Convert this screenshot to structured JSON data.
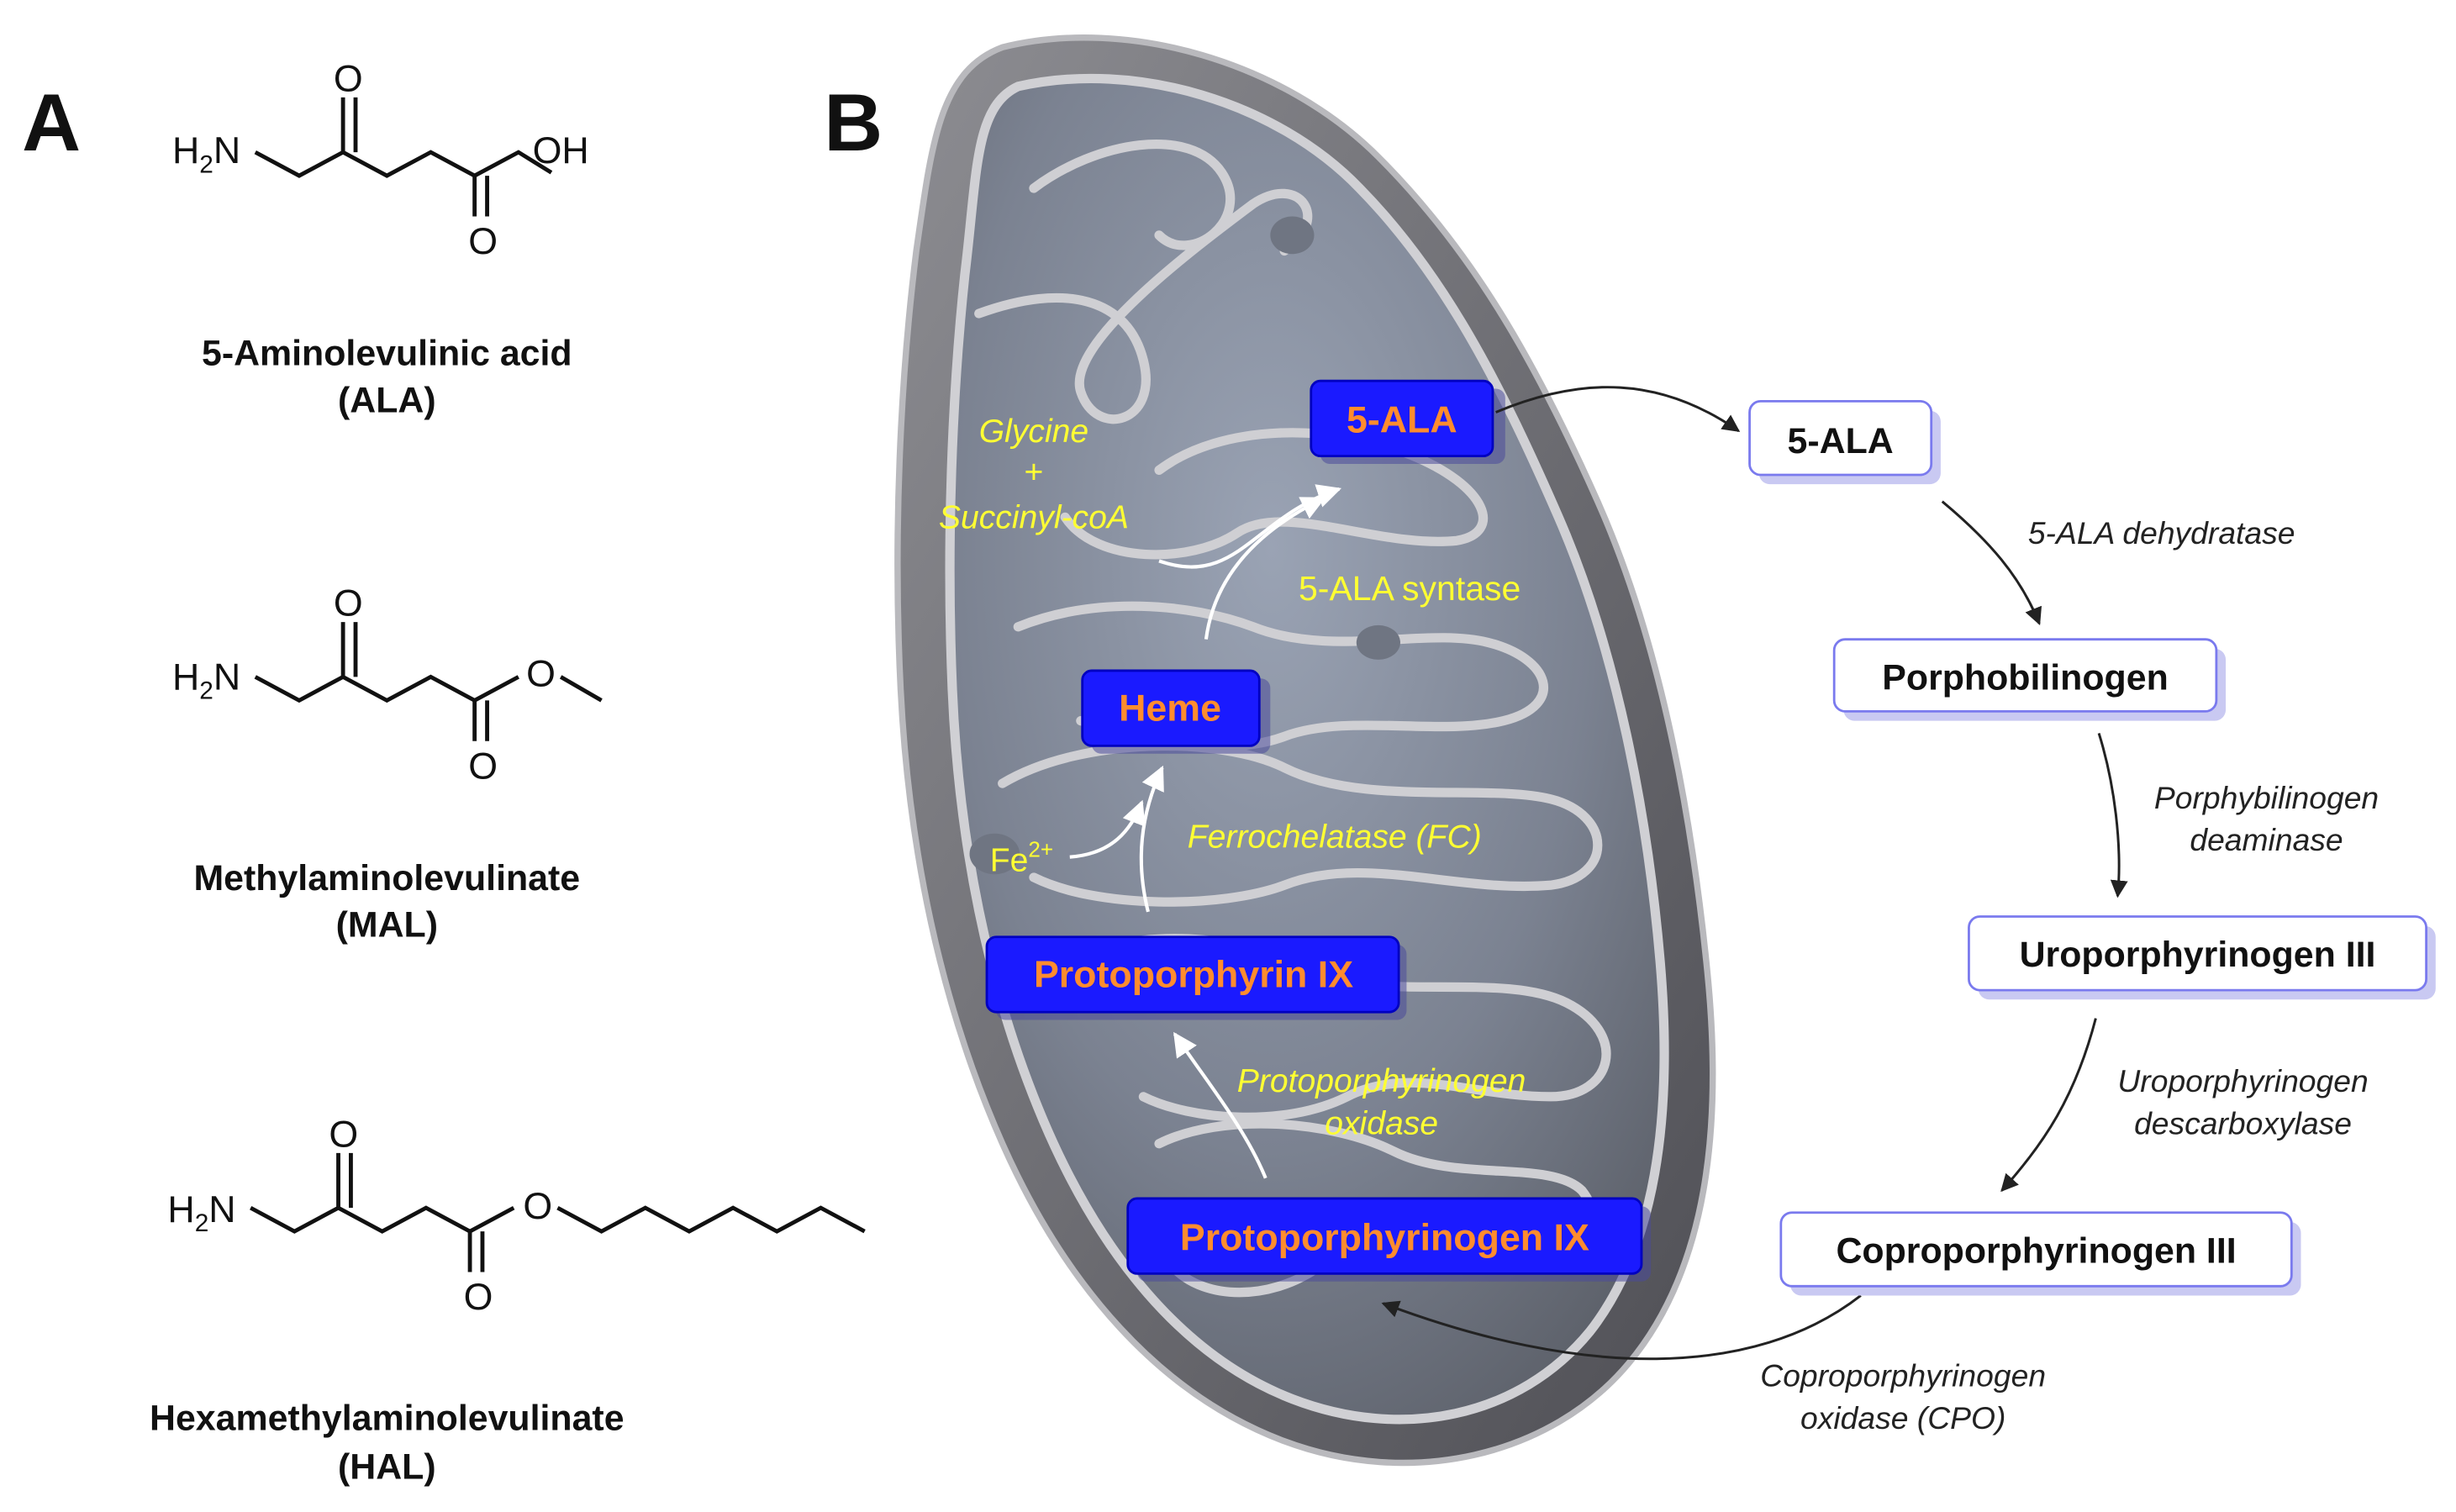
{
  "panel_a": {
    "label": "A",
    "molecules": [
      {
        "name": "5-Aminolevulinic acid",
        "abbr": "(ALA)",
        "atoms": {
          "amine": "H2N",
          "ketone_o": "O",
          "hydroxyl": "OH",
          "acid_o": "O"
        }
      },
      {
        "name": "Methylaminolevulinate",
        "abbr": "(MAL)",
        "atoms": {
          "amine": "H2N",
          "ketone_o": "O",
          "ester_o": "O",
          "carbonyl_o": "O"
        }
      },
      {
        "name": "Hexamethylaminolevulinate",
        "abbr": "(HAL)",
        "atoms": {
          "amine": "H2N",
          "ketone_o": "O",
          "ester_o": "O",
          "carbonyl_o": "O"
        }
      }
    ]
  },
  "panel_b": {
    "label": "B",
    "inside": {
      "ala": "5-ALA",
      "heme": "Heme",
      "ppix": "Protoporphyrin IX",
      "ppgen": "Protoporphyrinogen IX",
      "glycine": "Glycine",
      "plus": "+",
      "succinyl": "Succinyl-coA",
      "ala_synthase": "5-ALA syntase",
      "fe": "Fe",
      "fe_charge": "2+",
      "ferrochelatase": "Ferrochelatase (FC)",
      "ppo_line1": "Protoporphyrinogen",
      "ppo_line2": "oxidase"
    },
    "outside": {
      "ala": "5-ALA",
      "pbg": "Porphobilinogen",
      "uro": "Uroporphyrinogen III",
      "copro": "Coproporphyrinogen III",
      "dehydratase": "5-ALA dehydratase",
      "deaminase_line1": "Porphybilinogen",
      "deaminase_line2": "deaminase",
      "decarboxylase_line1": "Uroporphyrinogen",
      "decarboxylase_line2": "descarboxylase",
      "cpo_line1": "Coproporphyrinogen",
      "cpo_line2": "oxidase (CPO)"
    },
    "colors": {
      "inner_box_fill": "#1a1aff",
      "inner_box_text": "#ff8c2e",
      "inner_label_text": "#ffff33",
      "outer_box_border": "#7a7aee",
      "outer_box_shadow": "#c9c9f2",
      "mito_outer": "#5f5f64",
      "mito_matrix": "#7b8291",
      "cristae": "#c9c9cc"
    }
  }
}
